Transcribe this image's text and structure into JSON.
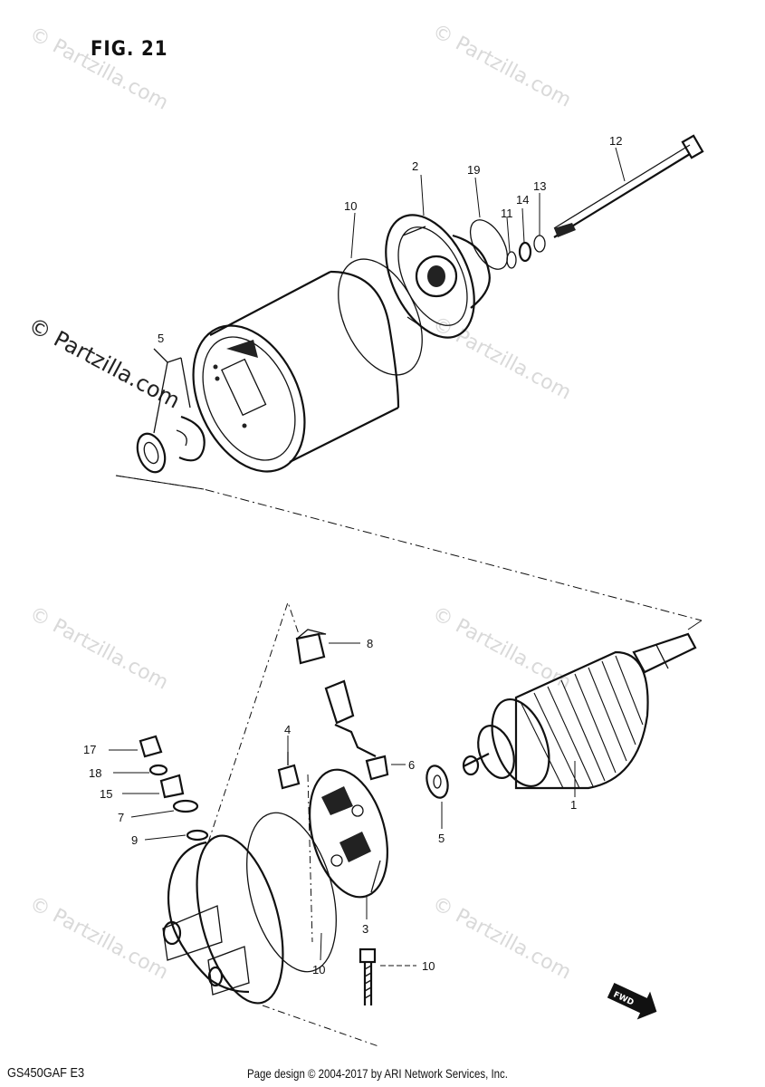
{
  "figure": {
    "title": "FIG. 21",
    "model": "GS450GAF  E3"
  },
  "credit": "Page design © 2004-2017 by ARI Network Services, Inc.",
  "watermark": "© Partzilla.com",
  "fwd_label": "FWD",
  "callouts": {
    "c1": "1",
    "c2": "2",
    "c3": "3",
    "c4": "4",
    "c5a": "5",
    "c5b": "5",
    "c6": "6",
    "c7": "7",
    "c8": "8",
    "c9": "9",
    "c10a": "10",
    "c10b": "10",
    "c10c": "10",
    "c11": "11",
    "c12": "12",
    "c13": "13",
    "c14": "14",
    "c15": "15",
    "c17": "17",
    "c18": "18",
    "c19": "19"
  }
}
